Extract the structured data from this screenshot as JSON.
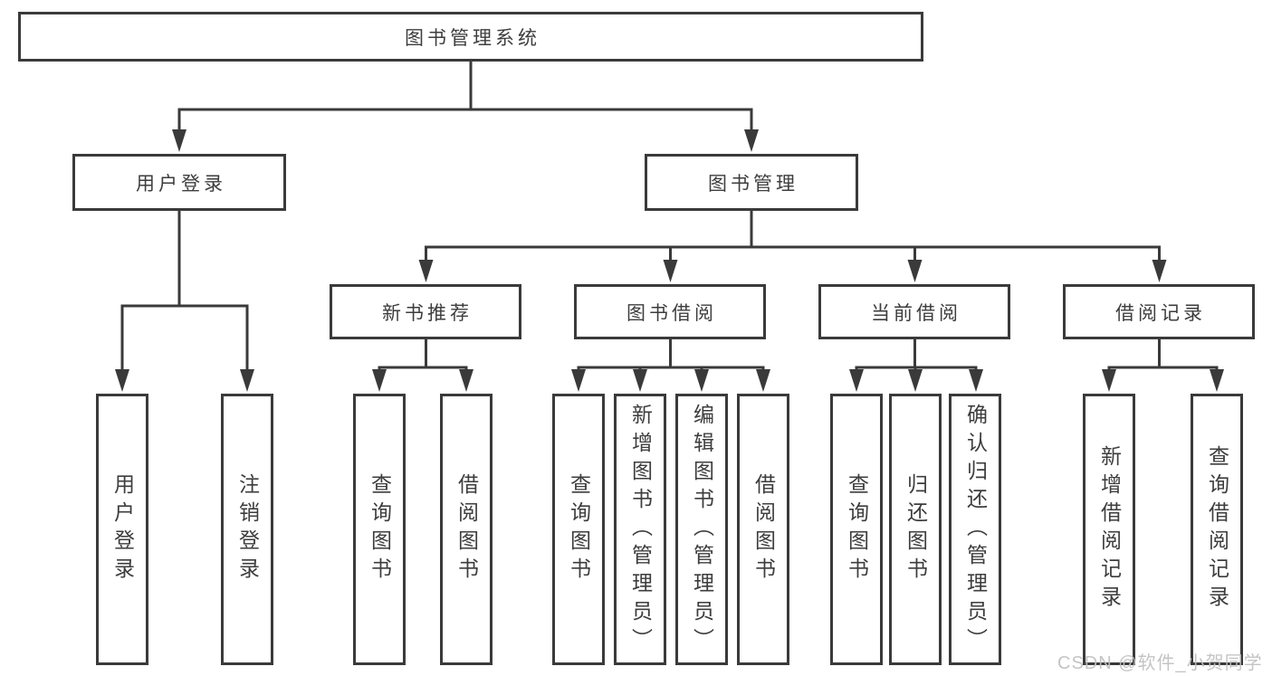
{
  "diagram": {
    "root": {
      "label": "图书管理系统"
    },
    "branches": [
      {
        "label": "用户登录",
        "children": [
          {
            "label": "用户登录"
          },
          {
            "label": "注销登录"
          }
        ]
      },
      {
        "label": "图书管理",
        "children": [
          {
            "label": "新书推荐",
            "children": [
              {
                "label": "查询图书"
              },
              {
                "label": "借阅图书"
              }
            ]
          },
          {
            "label": "图书借阅",
            "children": [
              {
                "label": "查询图书"
              },
              {
                "label": "新增图书（管理员）"
              },
              {
                "label": "编辑图书（管理员）"
              },
              {
                "label": "借阅图书"
              }
            ]
          },
          {
            "label": "当前借阅",
            "children": [
              {
                "label": "查询图书"
              },
              {
                "label": "归还图书"
              },
              {
                "label": "确认归还（管理员）"
              }
            ]
          },
          {
            "label": "借阅记录",
            "children": [
              {
                "label": "新增借阅记录"
              },
              {
                "label": "查询借阅记录"
              }
            ]
          }
        ]
      }
    ],
    "line_color": "#3a3a3a",
    "text_color": "#3d3d3d"
  },
  "watermark": {
    "text": "CSDN @软件_小贺同学"
  }
}
